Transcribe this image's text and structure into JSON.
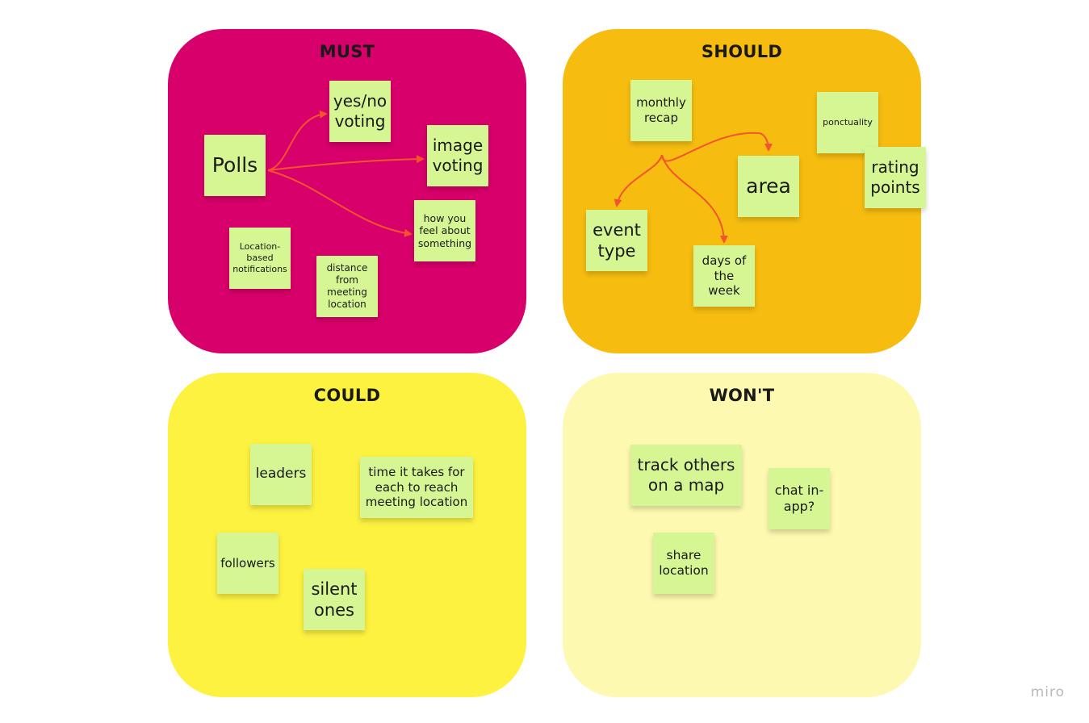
{
  "colors": {
    "must": "#d8006a",
    "should": "#f6bd10",
    "could": "#fdf23f",
    "wont": "#fef9b0",
    "note": "#d5f692",
    "arrow": "#f2542d"
  },
  "quadrants": {
    "must": {
      "title": "MUST",
      "notes": {
        "polls": "Polls",
        "yes_no_voting": "yes/no\nvoting",
        "image_voting": "image\nvoting",
        "how_you_feel": "how you\nfeel about\nsomething",
        "location_notifications": "Location-\nbased\nnotifications",
        "distance_from_meeting": "distance\nfrom\nmeeting\nlocation"
      }
    },
    "should": {
      "title": "SHOULD",
      "notes": {
        "monthly_recap": "monthly\nrecap",
        "ponctuality": "ponctuality",
        "rating_points": "rating\npoints",
        "area": "area",
        "event_type": "event\ntype",
        "days_of_week": "days of\nthe\nweek"
      }
    },
    "could": {
      "title": "COULD",
      "notes": {
        "leaders": "leaders",
        "time_to_reach": "time it takes for\neach to reach\nmeeting location",
        "followers": "followers",
        "silent_ones": "silent\nones"
      }
    },
    "wont": {
      "title": "WON'T",
      "notes": {
        "track_others": "track others\non a map",
        "chat_in_app": "chat in-\napp?",
        "share_location": "share\nlocation"
      }
    }
  },
  "brand": "miro"
}
